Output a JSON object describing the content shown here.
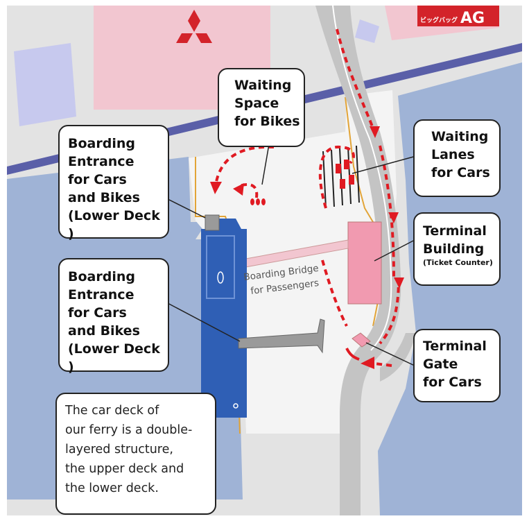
{
  "colors": {
    "sea": "#9fb3d6",
    "land": "#e3e3e3",
    "road": "#c4c4c4",
    "terminal_area": "#f4f4f4",
    "building": "#f2c6d0",
    "terminal_building": "#f19ab0",
    "rail": "#5a5fa8",
    "blue_building": "#c7c9ee",
    "ferry": "#2f5fb5",
    "route": "#e01a22",
    "logo": "#d3232a",
    "outline": "#e2a437"
  },
  "callouts": {
    "waiting_bikes": [
      "Waiting",
      "Space",
      "for Bikes"
    ],
    "boarding_upper": [
      "Boarding",
      "Entrance",
      "for Cars",
      "and Bikes",
      "(Lower Deck )"
    ],
    "waiting_cars": [
      "Waiting",
      "Lanes",
      "for Cars"
    ],
    "terminal_building": [
      "Terminal",
      "Building"
    ],
    "terminal_building_sub": "(Ticket Counter)",
    "boarding_lower": [
      "Boarding",
      "Entrance",
      "for Cars",
      "and Bikes",
      "(Lower Deck )"
    ],
    "terminal_gate": [
      "Terminal",
      "Gate",
      "for Cars"
    ]
  },
  "bridge_label": [
    "Boarding Bridge",
    "for Passengers"
  ],
  "note": [
    "The car deck of",
    "our ferry is a double-",
    "layered structure,",
    "the upper deck and",
    "the lower deck."
  ],
  "logo": {
    "word": "AG",
    "katakana": "ビッグバッグ"
  },
  "icons": {
    "mitsubishi": "three-diamond-logo-icon",
    "ferry": "ferry-ship-icon",
    "route": "dashed-arrow-icon"
  }
}
